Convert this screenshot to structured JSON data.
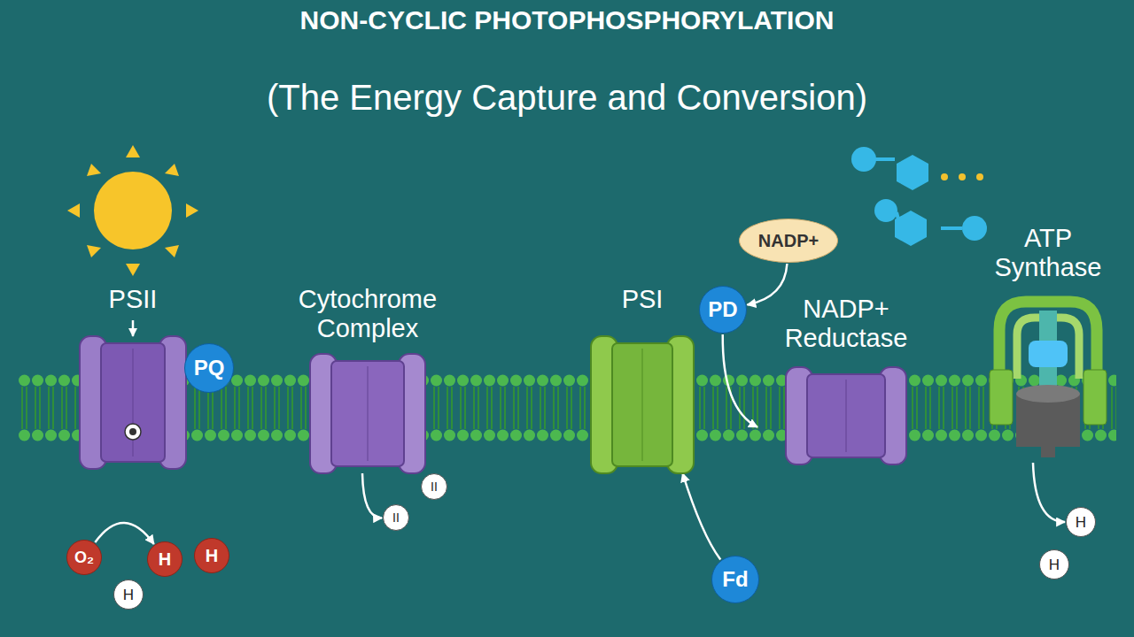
{
  "diagram": {
    "title": "NON-CYCLIC PHOTOPHOSPHORYLATION",
    "nodes": [
      {
        "text": [
          "PSII"
        ]
      },
      {
        "text": [
          "PQ"
        ]
      },
      {
        "text": [
          "Cytochrome Complex"
        ]
      },
      {
        "text": [
          "PSI"
        ]
      },
      {
        "text": [
          "PD"
        ]
      },
      {
        "text": [
          "NADP+"
        ]
      },
      {
        "text": [
          "NADP+ Reductase"
        ]
      },
      {
        "text": [
          "ATP Synthase"
        ]
      },
      {
        "text": [
          "Fd"
        ]
      },
      {
        "text": [
          "O₂"
        ]
      },
      {
        "text": [
          "H"
        ]
      },
      {
        "text": [
          "H"
        ]
      },
      {
        "text": [
          "H"
        ]
      },
      {
        "text": [
          "II"
        ]
      },
      {
        "text": [
          "II"
        ]
      },
      {
        "text": [
          "H"
        ]
      },
      {
        "text": [
          "H"
        ]
      }
    ],
    "edges": [
      {
        "from": 9,
        "to": 10,
        "arrow": "to"
      },
      {
        "from": 2,
        "to": 14,
        "arrow": "to"
      },
      {
        "from": 5,
        "to": 4,
        "arrow": "to"
      },
      {
        "from": 4,
        "to": 6,
        "arrow": "to"
      },
      {
        "from": 8,
        "to": 3,
        "arrow": "to"
      },
      {
        "from": 7,
        "to": 15,
        "arrow": "to"
      }
    ],
    "labels": [
      "(The Energy Capture and Conversion)"
    ]
  }
}
